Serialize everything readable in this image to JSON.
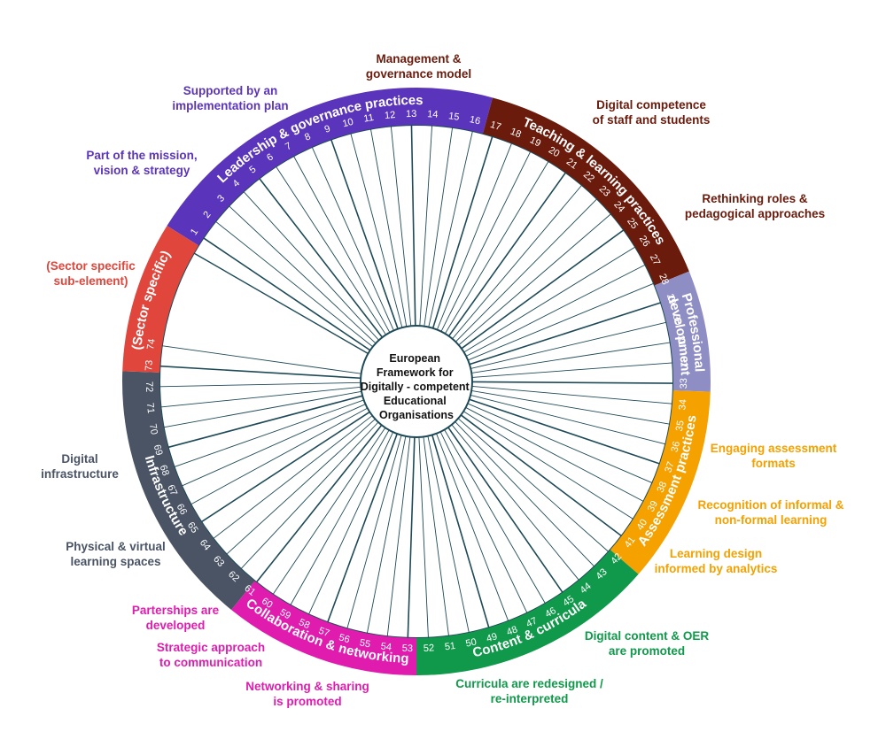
{
  "colors": {
    "leadership": "#5B34BC",
    "teaching": "#6B1B0C",
    "professional": "#8F8EC4",
    "assessment": "#F5A100",
    "content": "#10994A",
    "collaboration": "#E01CAE",
    "infrastructure": "#4A5465",
    "sector": "#E0463C",
    "spoke": "#1E4A57"
  },
  "center": {
    "lines": [
      "European",
      "Framework for",
      "Digitally - competent",
      "Educational",
      "Organisations"
    ]
  },
  "sectors": [
    {
      "id": "leadership",
      "label": "Leadership & governance practices",
      "numbers": [
        1,
        2,
        3,
        4,
        5,
        6,
        7,
        8,
        9,
        10,
        11,
        12,
        13,
        14,
        15,
        16
      ]
    },
    {
      "id": "teaching",
      "label": "Teaching & learning practices",
      "numbers": [
        17,
        18,
        19,
        20,
        21,
        22,
        23,
        24,
        25,
        26,
        27,
        28
      ]
    },
    {
      "id": "professional",
      "label_lines": [
        "Professional",
        "development"
      ],
      "numbers": [
        29,
        30,
        31,
        32,
        33
      ]
    },
    {
      "id": "assessment",
      "label": "Assessment practices",
      "numbers": [
        34,
        35,
        36,
        37,
        38,
        39,
        40,
        41,
        42
      ]
    },
    {
      "id": "content",
      "label": "Content & curricula",
      "numbers": [
        43,
        44,
        45,
        46,
        47,
        48,
        49,
        50,
        51,
        52,
        53
      ]
    },
    {
      "id": "collaboration",
      "label": "Collaboration & networking",
      "numbers": [
        54,
        55,
        56,
        57,
        58,
        59,
        60,
        61,
        62
      ]
    },
    {
      "id": "infrastructure",
      "label": "Infrastructure",
      "numbers": [
        63,
        64,
        65,
        66,
        67,
        68,
        69,
        70,
        71,
        72,
        73,
        74
      ]
    },
    {
      "id": "sector",
      "label": "(Sector specific)",
      "numbers": []
    }
  ],
  "annotations": [
    {
      "id": "management",
      "text": "Management &\ngovernance model",
      "color": "#6B1B0C"
    },
    {
      "id": "implementation",
      "text": "Supported by an\nimplementation plan",
      "color": "#5B34BC"
    },
    {
      "id": "mission",
      "text": "Part of the mission,\nvision & strategy",
      "color": "#5B34BC"
    },
    {
      "id": "sector-sub",
      "text": "(Sector specific\nsub-element)",
      "color": "#E0463C"
    },
    {
      "id": "digital-competence",
      "text": "Digital competence\nof staff and students",
      "color": "#6B1B0C"
    },
    {
      "id": "rethinking",
      "text": "Rethinking roles &\npedagogical approaches",
      "color": "#6B1B0C"
    },
    {
      "id": "engaging",
      "text": "Engaging assessment\nformats",
      "color": "#F5A100"
    },
    {
      "id": "recognition",
      "text": "Recognition of informal &\nnon-formal learning",
      "color": "#F5A100"
    },
    {
      "id": "learning-design",
      "text": "Learning design\ninformed by analytics",
      "color": "#F5A100"
    },
    {
      "id": "digital-content",
      "text": "Digital content & OER\nare promoted",
      "color": "#10994A"
    },
    {
      "id": "curricula",
      "text": "Curricula are redesigned /\nre-interpreted",
      "color": "#10994A"
    },
    {
      "id": "networking",
      "text": "Networking & sharing\nis promoted",
      "color": "#E01CAE"
    },
    {
      "id": "strategic",
      "text": "Strategic approach\nto communication",
      "color": "#E01CAE"
    },
    {
      "id": "partnerships",
      "text": "Parterships are\ndeveloped",
      "color": "#E01CAE"
    },
    {
      "id": "physical",
      "text": "Physical & virtual\nlearning spaces",
      "color": "#4A5465"
    },
    {
      "id": "digital-infra",
      "text": "Digital\ninfrastructure",
      "color": "#4A5465"
    }
  ]
}
